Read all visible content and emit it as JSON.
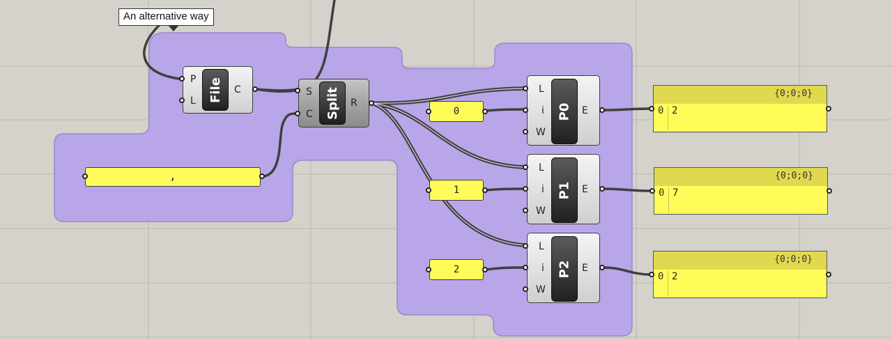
{
  "tooltip": {
    "text": "An alternative way"
  },
  "file_component": {
    "nickname": "File",
    "inputs": [
      "P",
      "L"
    ],
    "outputs": [
      "C"
    ]
  },
  "delimiter_panel": {
    "value": ","
  },
  "split_component": {
    "nickname": "Split",
    "inputs": [
      "S",
      "C"
    ],
    "outputs": [
      "R"
    ]
  },
  "sliders": [
    {
      "value": "0"
    },
    {
      "value": "1"
    },
    {
      "value": "2"
    }
  ],
  "list_items": [
    {
      "nickname": "P0",
      "inputs": [
        "L",
        "i",
        "W"
      ],
      "outputs": [
        "E"
      ]
    },
    {
      "nickname": "P1",
      "inputs": [
        "L",
        "i",
        "W"
      ],
      "outputs": [
        "E"
      ]
    },
    {
      "nickname": "P2",
      "inputs": [
        "L",
        "i",
        "W"
      ],
      "outputs": [
        "E"
      ]
    }
  ],
  "panels": [
    {
      "path": "{0;0;0}",
      "index": "0",
      "value": "2"
    },
    {
      "path": "{0;0;0}",
      "index": "0",
      "value": "7"
    },
    {
      "path": "{0;0;0}",
      "index": "0",
      "value": "2"
    }
  ],
  "colors": {
    "canvas": "#d5d1cb",
    "group": "#b8a6e8",
    "panel": "#fffc5a",
    "wire": "#3f3f3f"
  }
}
